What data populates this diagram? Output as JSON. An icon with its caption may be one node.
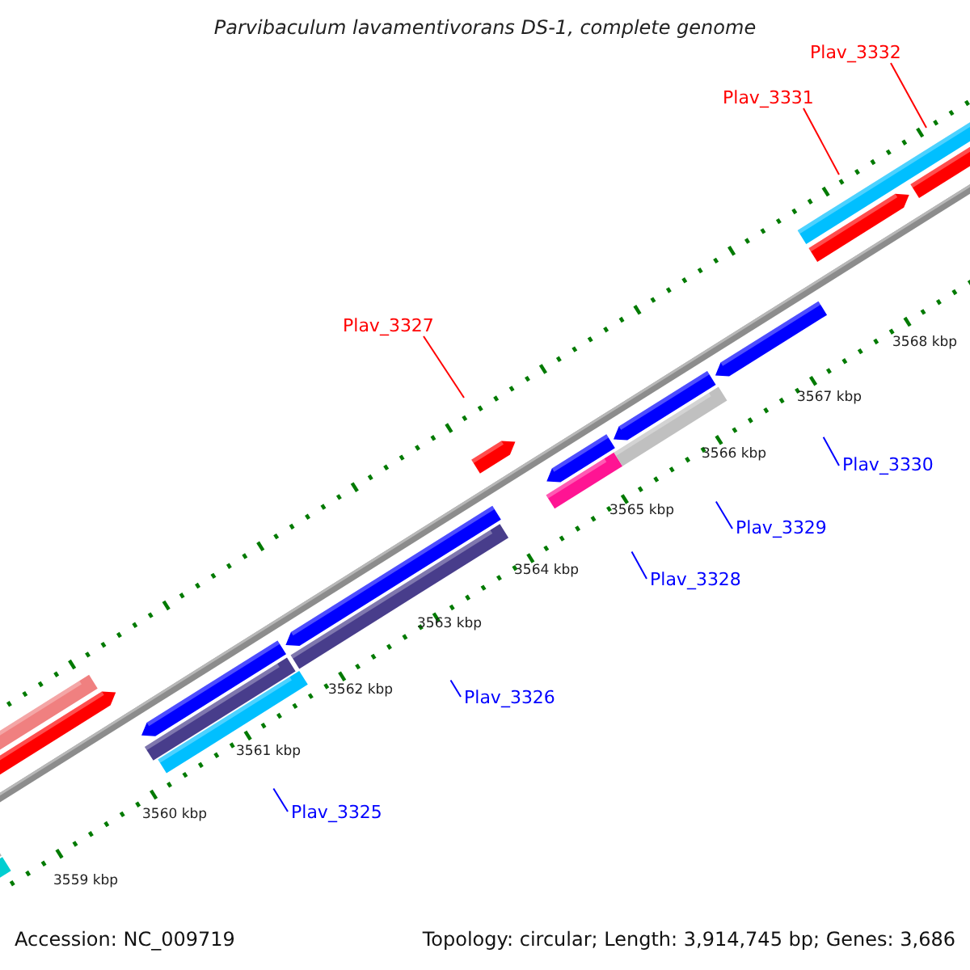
{
  "diagram": {
    "title": "Parvibaculum lavamentivorans DS-1, complete genome",
    "nodes": [
      {
        "text": [
          "Plav_3332"
        ]
      },
      {
        "text": [
          "Plav_3331"
        ]
      },
      {
        "text": [
          "Plav_3327"
        ]
      },
      {
        "text": [
          "Plav_3330"
        ]
      },
      {
        "text": [
          "Plav_3329"
        ]
      },
      {
        "text": [
          "Plav_3328"
        ]
      },
      {
        "text": [
          "Plav_3326"
        ]
      },
      {
        "text": [
          "Plav_3325"
        ]
      }
    ],
    "edges": [
      {
        "from": 0,
        "to": null,
        "arrow": "none",
        "color": "#ff0000"
      },
      {
        "from": 1,
        "to": null,
        "arrow": "none",
        "color": "#ff0000"
      },
      {
        "from": 2,
        "to": null,
        "arrow": "none",
        "color": "#ff0000"
      },
      {
        "from": 3,
        "to": null,
        "arrow": "none"
      },
      {
        "from": 4,
        "to": null,
        "arrow": "none"
      },
      {
        "from": 5,
        "to": null,
        "arrow": "none"
      },
      {
        "from": 6,
        "to": null,
        "arrow": "none"
      },
      {
        "from": 7,
        "to": null,
        "arrow": "none"
      }
    ],
    "labels": [
      "3568 kbp",
      "3567 kbp",
      "3566 kbp",
      "3565 kbp",
      "3564 kbp",
      "3563 kbp",
      "3562 kbp",
      "3561 kbp",
      "3560 kbp",
      "3559 kbp",
      "Accession: NC_009719",
      "Topology: circular; Length: 3,914,745 bp; Genes: 3,686"
    ]
  }
}
